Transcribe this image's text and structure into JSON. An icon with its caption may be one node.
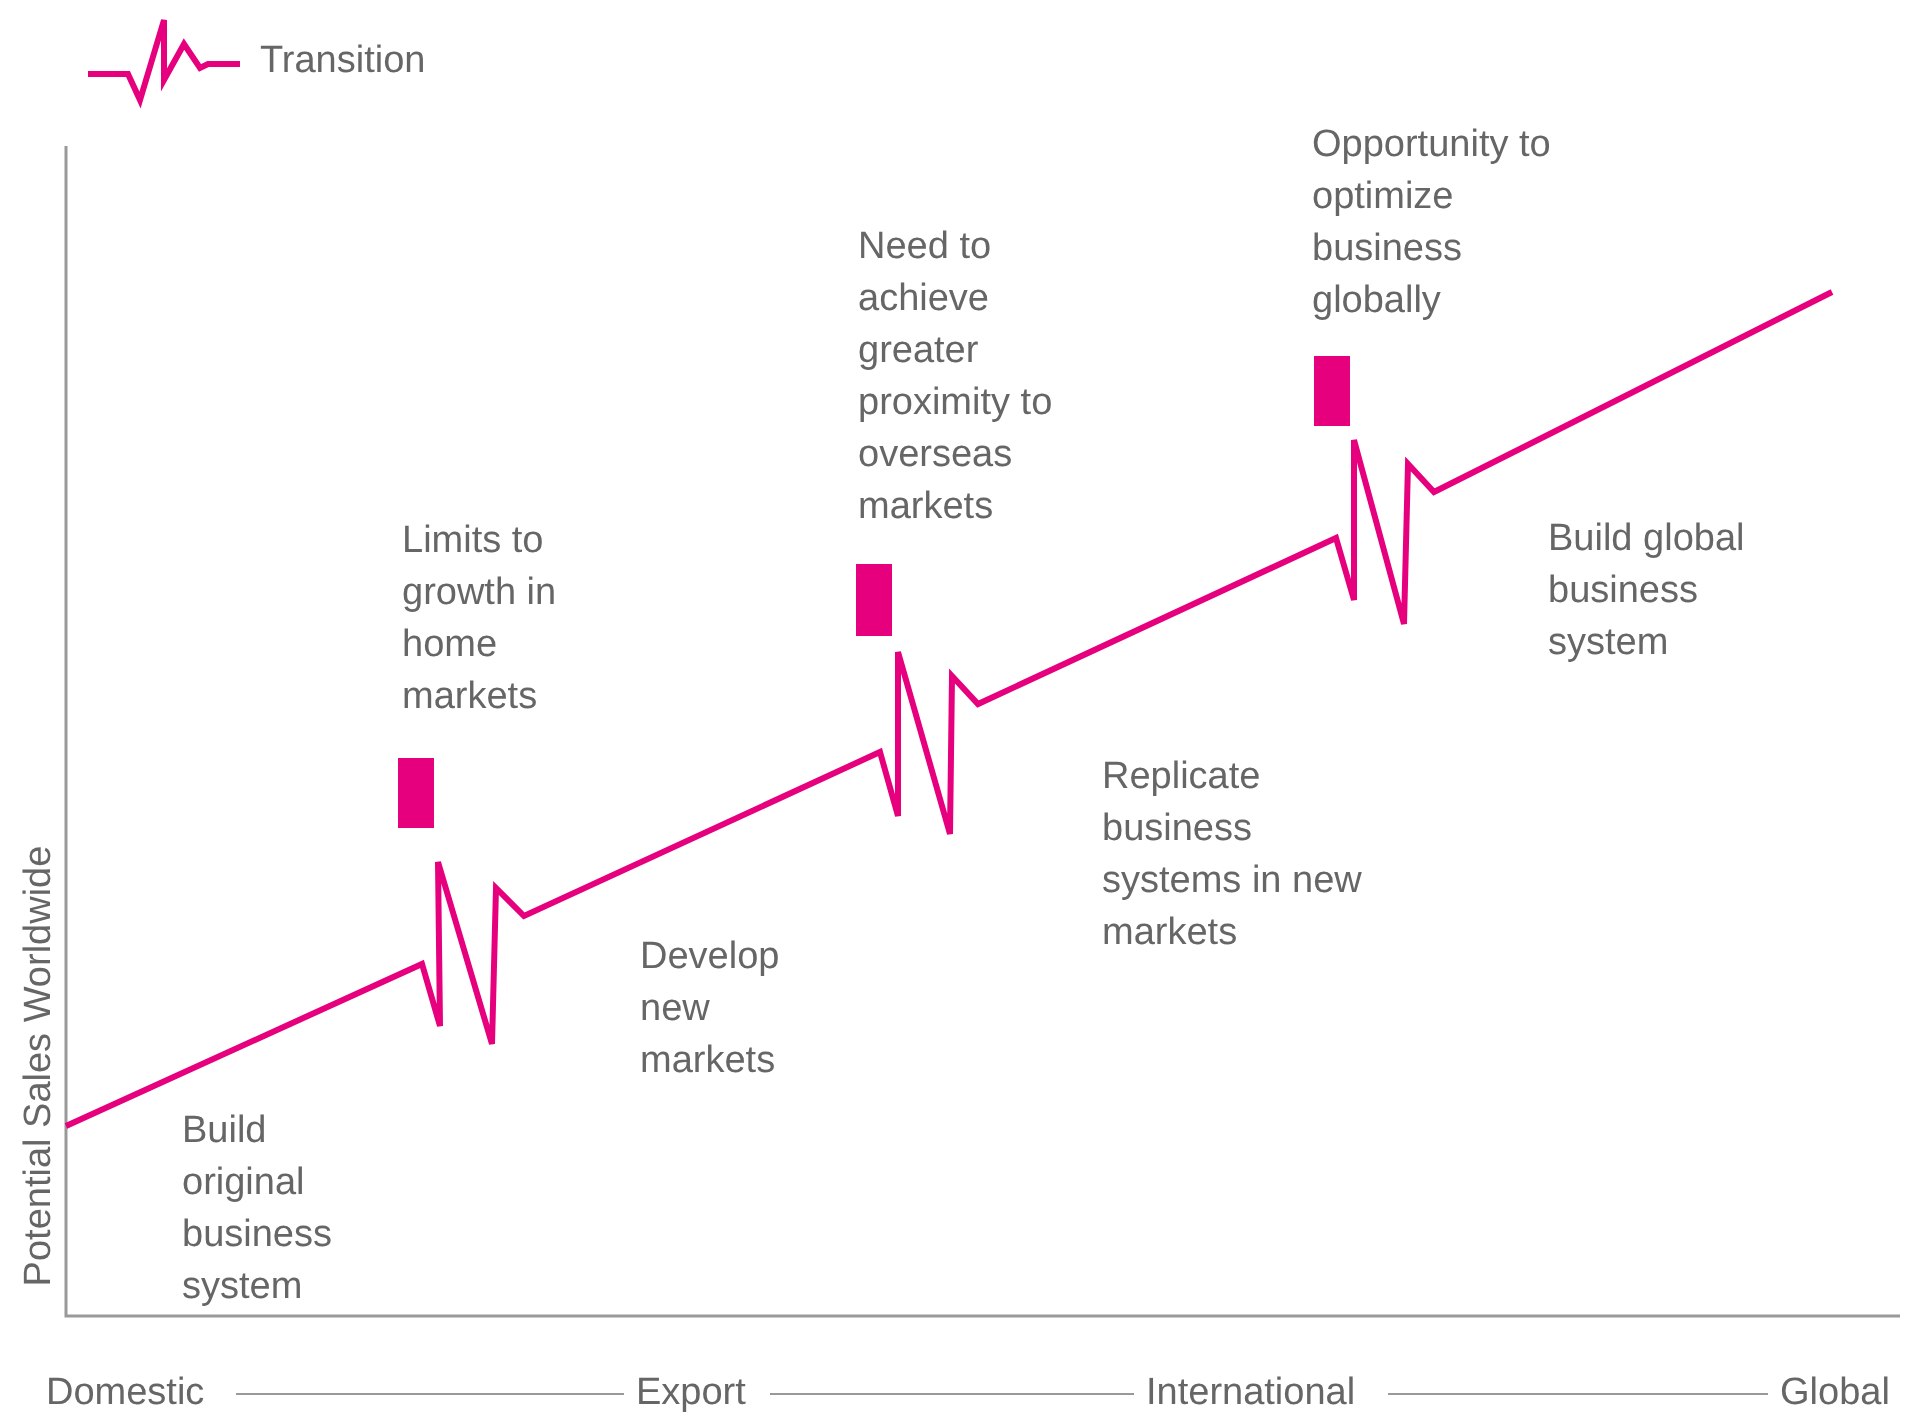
{
  "diagram": {
    "labels": [
      "Opportunity to optimize business globally",
      "Need to achieve greater proximity to overseas markets",
      "Limits to growth in home markets",
      "Build global business system",
      "Replicate business systems in new markets",
      "Develop new markets",
      "Build original business system",
      "Potential Sales Worldwide",
      "Domestic",
      "Export",
      "International",
      "Global"
    ],
    "legend": [
      {
        "text": "Transition"
      }
    ]
  }
}
